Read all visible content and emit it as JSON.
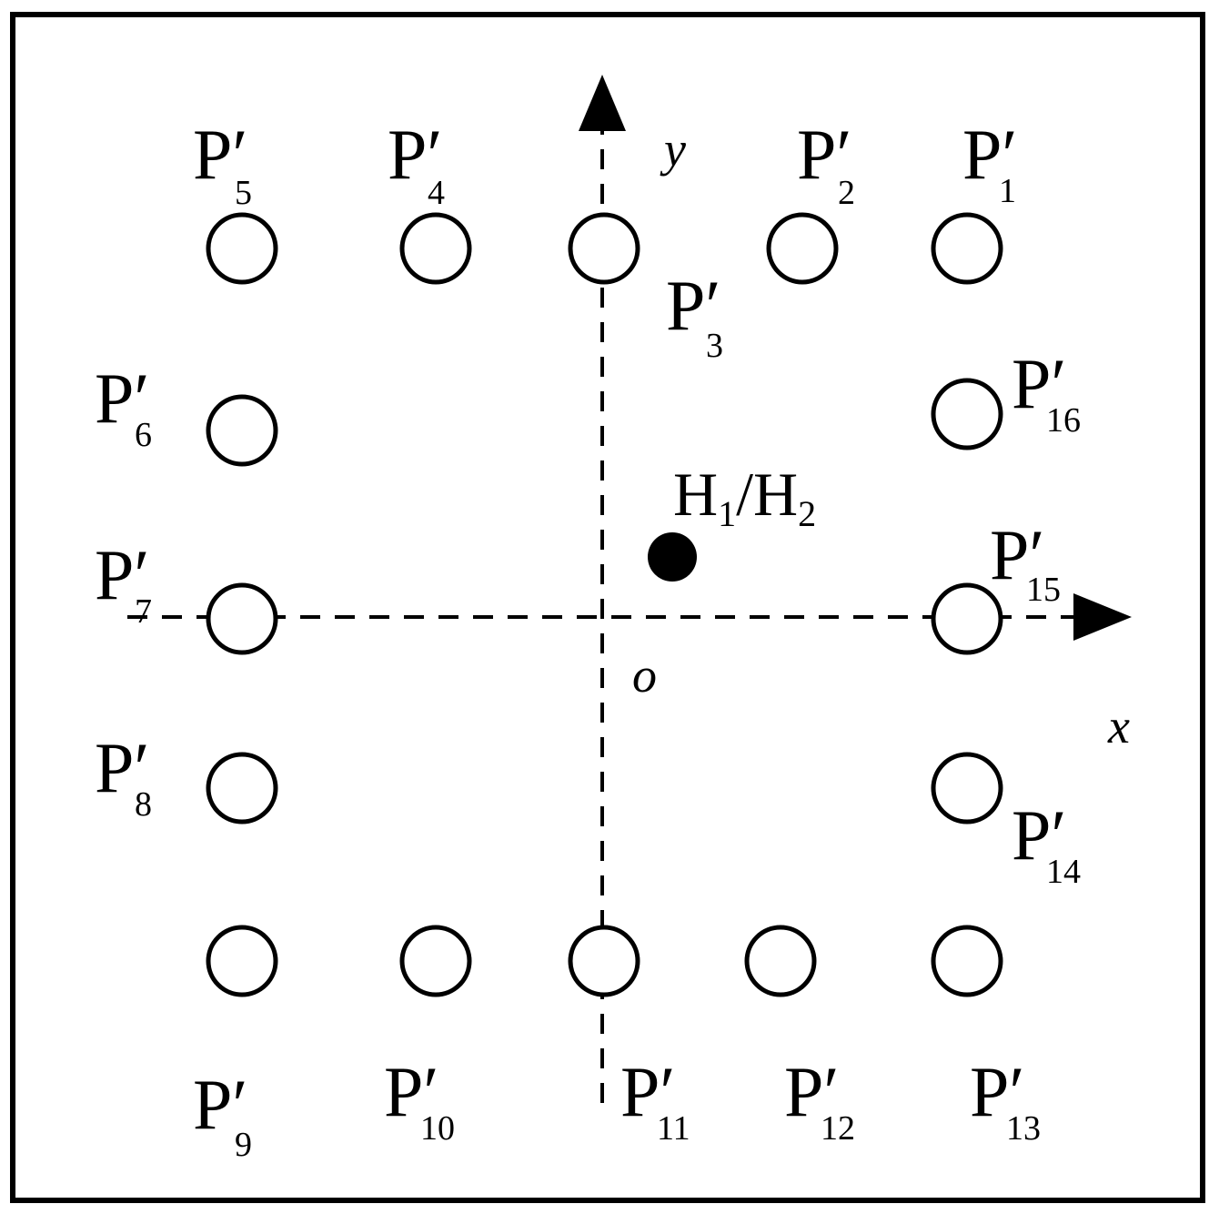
{
  "axes": {
    "x_label": "x",
    "y_label": "y",
    "origin_label": "o"
  },
  "point_labels": {
    "main": "P′",
    "subscripts": [
      "1",
      "2",
      "3",
      "4",
      "5",
      "6",
      "7",
      "8",
      "9",
      "10",
      "11",
      "12",
      "13",
      "14",
      "15",
      "16"
    ]
  },
  "marker": {
    "h1": "H",
    "sub1": "1",
    "sep": "/H",
    "sub2": "2"
  },
  "colors": {
    "stroke": "#000000",
    "background": "#ffffff"
  }
}
